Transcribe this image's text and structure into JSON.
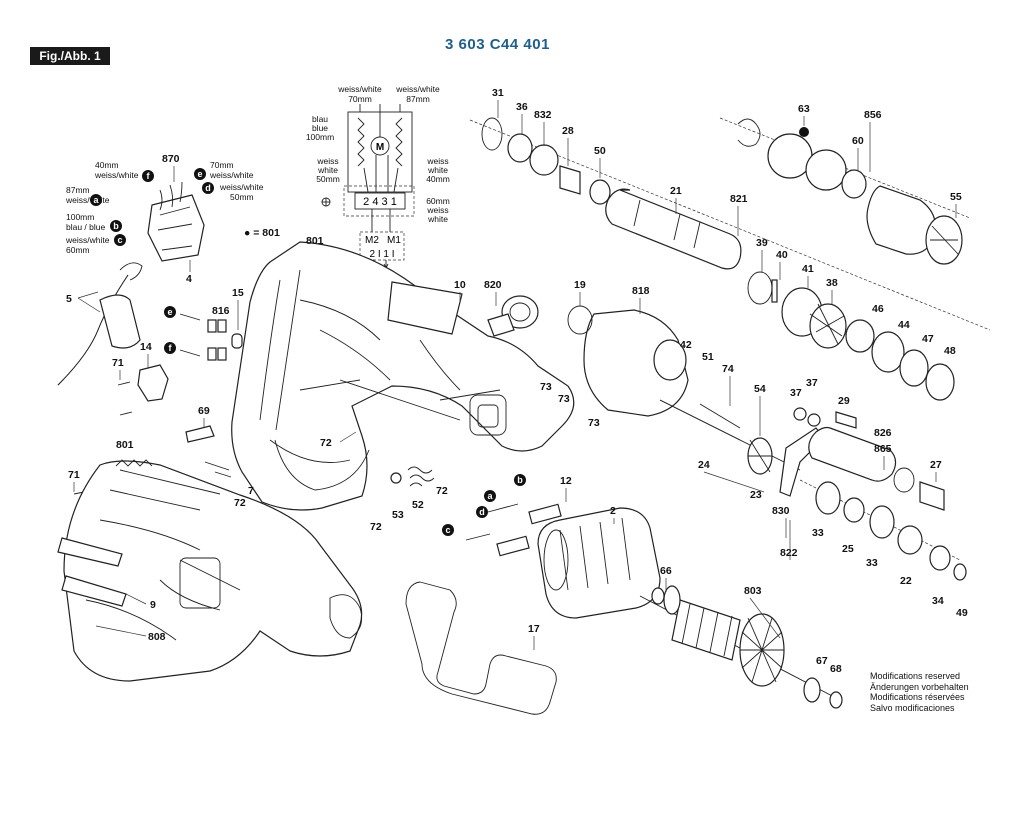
{
  "header": {
    "fig_label": "Fig./Abb. 1",
    "part_number": "3 603 C44 401"
  },
  "footnote": {
    "lines": [
      "Modifications reserved",
      "Änderungen vorbehalten",
      "Modifications réservées",
      "Salvo modificaciones"
    ]
  },
  "wiring_diagram": {
    "wire_left_top": [
      "weiss/white",
      "70mm"
    ],
    "wire_right_top": [
      "weiss/white",
      "87mm"
    ],
    "wire_blue": [
      "blau",
      "blue",
      "100mm"
    ],
    "wire_left_bottom": [
      "weiss",
      "white",
      "50mm"
    ],
    "wire_right_mid": [
      "weiss",
      "white",
      "40mm"
    ],
    "wire_right_bottom": [
      "60mm",
      "weiss",
      "white"
    ],
    "motor_symbol": "M",
    "terminals": "2 4 3 1",
    "m2_label": "M2",
    "m1_label": "M1",
    "switch_pins": "2 I 1 I"
  },
  "switch_wires": {
    "w1": [
      "40mm",
      "weiss/white"
    ],
    "w2": [
      "70mm",
      "weiss/white"
    ],
    "w3": [
      "87mm",
      "weiss/white"
    ],
    "w4": [
      "weiss/white",
      "50mm"
    ],
    "w5": [
      "100mm",
      "blau / blue"
    ],
    "w6": [
      "weiss/white",
      "60mm"
    ]
  },
  "legend_dot": "● = 801",
  "callouts": [
    "870",
    "4",
    "5",
    "71",
    "14",
    "15",
    "816",
    "69",
    "801",
    "801",
    "71",
    "9",
    "808",
    "10",
    "820",
    "72",
    "72",
    "7",
    "72",
    "53",
    "52",
    "72",
    "12",
    "2",
    "17",
    "66",
    "803",
    "67",
    "68",
    "31",
    "36",
    "832",
    "28",
    "50",
    "21",
    "821",
    "39",
    "40",
    "41",
    "38",
    "63",
    "856",
    "60",
    "55",
    "19",
    "818",
    "42",
    "51",
    "74",
    "54",
    "73",
    "73",
    "73",
    "37",
    "37",
    "29",
    "826",
    "865",
    "27",
    "46",
    "44",
    "47",
    "48",
    "24",
    "23",
    "830",
    "33",
    "25",
    "33",
    "22",
    "822",
    "34",
    "49"
  ],
  "letter_markers": [
    "a",
    "b",
    "c",
    "d",
    "e",
    "f",
    "a",
    "b",
    "c",
    "d",
    "e",
    "f"
  ]
}
